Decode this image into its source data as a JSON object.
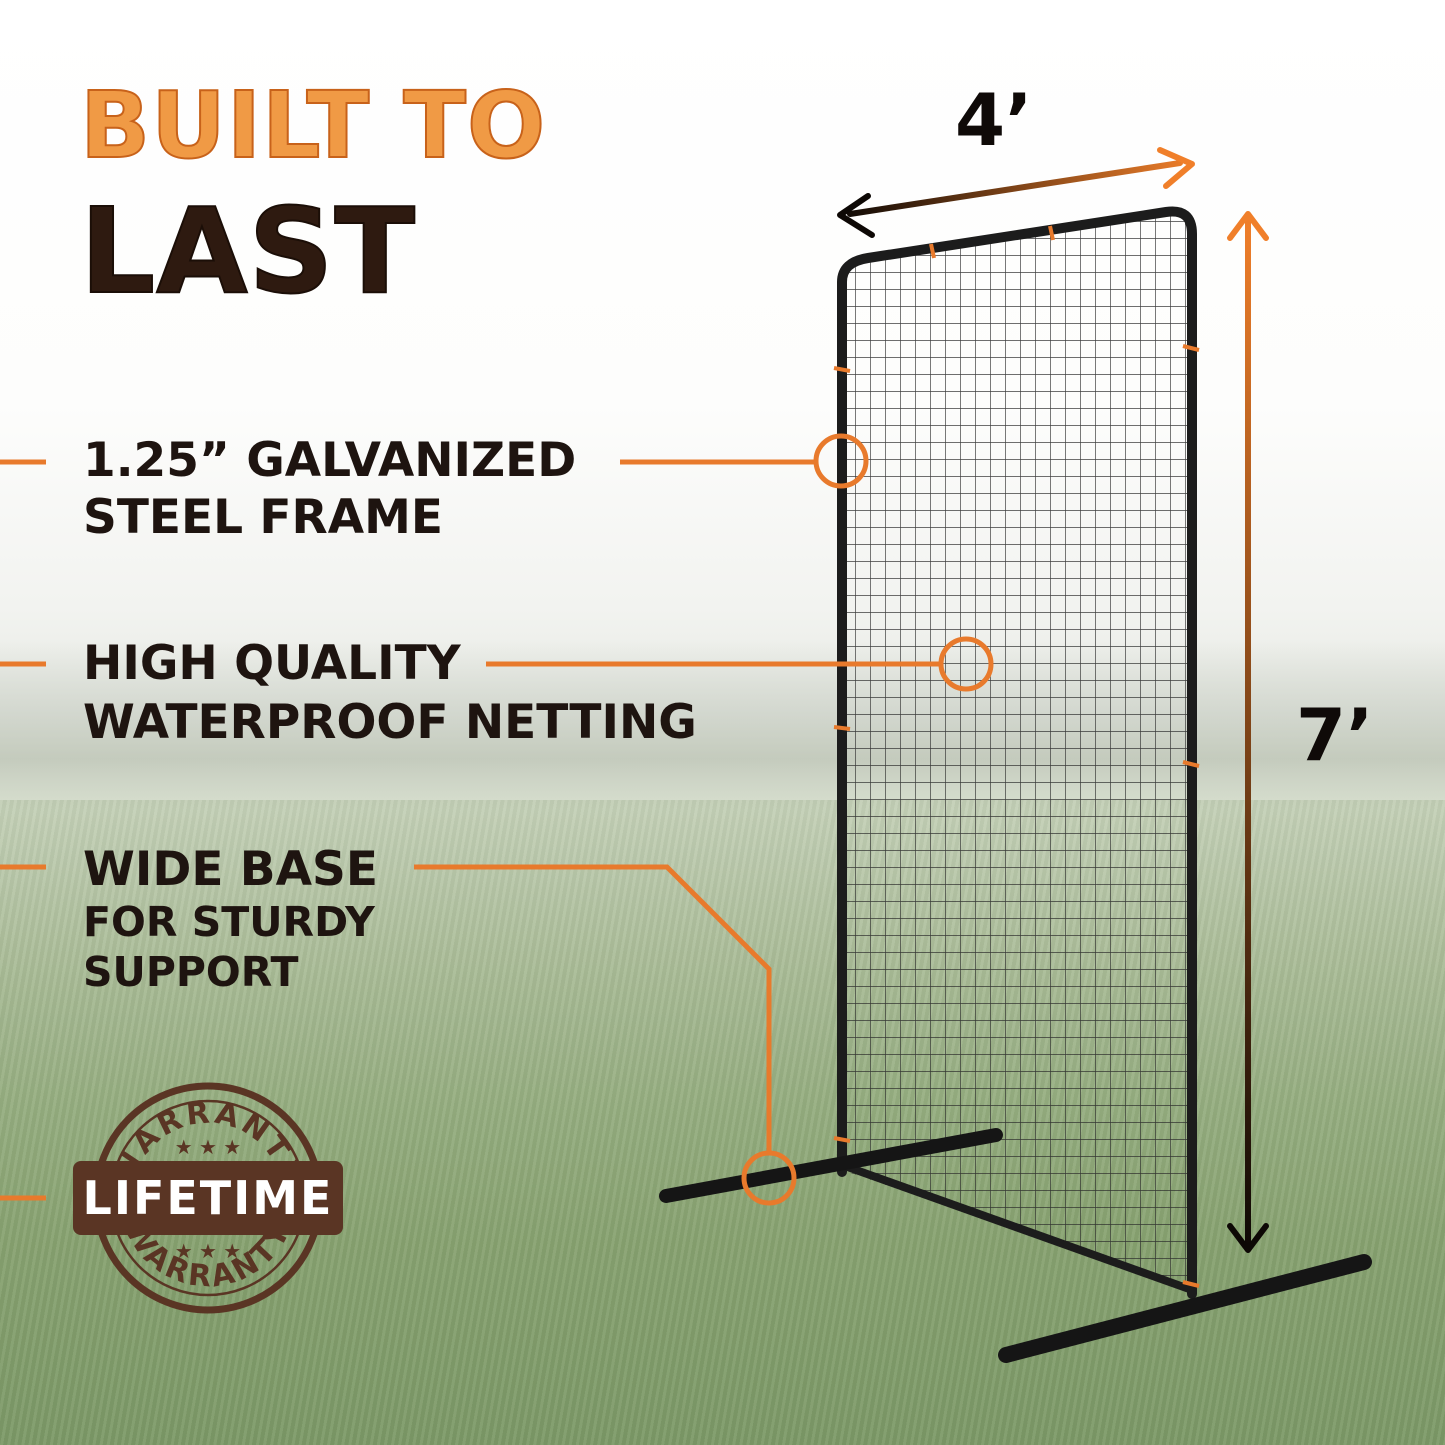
{
  "headline": {
    "line1": "BUILT TO",
    "line2": "LAST"
  },
  "features": [
    {
      "lines": [
        "1.25” GALVANIZED",
        "STEEL FRAME"
      ]
    },
    {
      "lines": [
        "HIGH QUALITY",
        "WATERPROOF NETTING"
      ]
    },
    {
      "lines": [
        "WIDE BASE",
        "FOR STURDY",
        "SUPPORT"
      ]
    }
  ],
  "dimensions": {
    "width": "4’",
    "height": "7’"
  },
  "badge": {
    "arc_text": "WARRANTY",
    "label": "LIFETIME",
    "stars": "★ ★ ★"
  },
  "colors": {
    "accent": "#e87a2c",
    "dark": "#1e1410",
    "badge_fill": "#5a3524"
  }
}
